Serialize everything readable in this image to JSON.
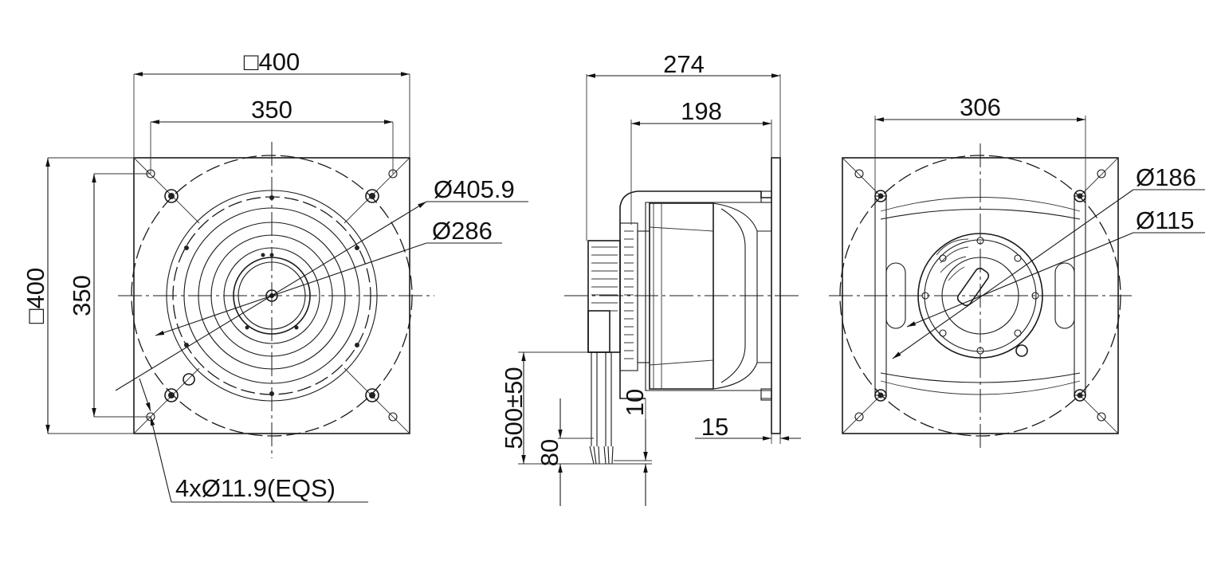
{
  "front_view": {
    "width_label": "□400",
    "hole_span_width_label": "350",
    "height_label": "□400",
    "hole_span_height_label": "350",
    "outer_diameter_label": "Ø405.9",
    "inner_diameter_label": "Ø286",
    "mounting_holes_label": "4xØ11.9(EQS)"
  },
  "side_view": {
    "overall_depth_label": "274",
    "body_depth_label": "198",
    "cable_length_label": "500±50",
    "cable_strip_label": "80",
    "offset_label": "10",
    "flange_label": "15"
  },
  "rear_view": {
    "width_label": "306",
    "hub_diameter_label": "Ø186",
    "inner_diameter_label": "Ø115"
  }
}
